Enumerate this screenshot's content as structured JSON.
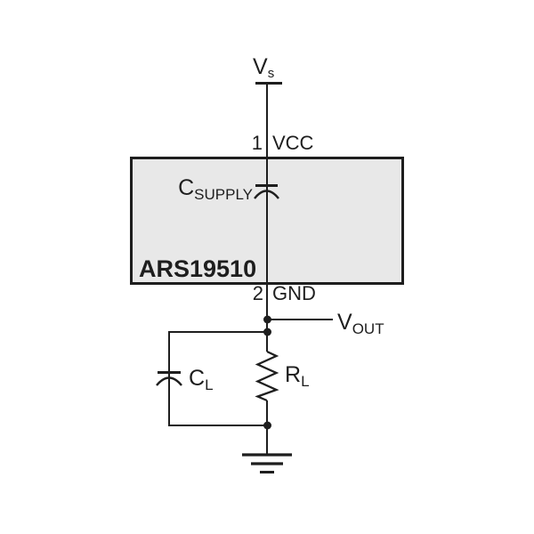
{
  "colors": {
    "line": "#1e1e1e",
    "chip_fill": "#e8e8e8",
    "background": "#ffffff"
  },
  "chip": {
    "name": "ARS19510",
    "pin1": {
      "number": "1",
      "label": "VCC"
    },
    "pin2": {
      "number": "2",
      "label": "GND"
    }
  },
  "nets": {
    "supply": {
      "symbol": "V",
      "subscript": "s"
    },
    "output": {
      "symbol": "V",
      "subscript": "OUT"
    }
  },
  "components": {
    "bypass_capacitor": {
      "symbol": "C",
      "subscript": "SUPPLY"
    },
    "load_capacitor": {
      "symbol": "C",
      "subscript": "L"
    },
    "load_resistor": {
      "symbol": "R",
      "subscript": "L"
    }
  }
}
